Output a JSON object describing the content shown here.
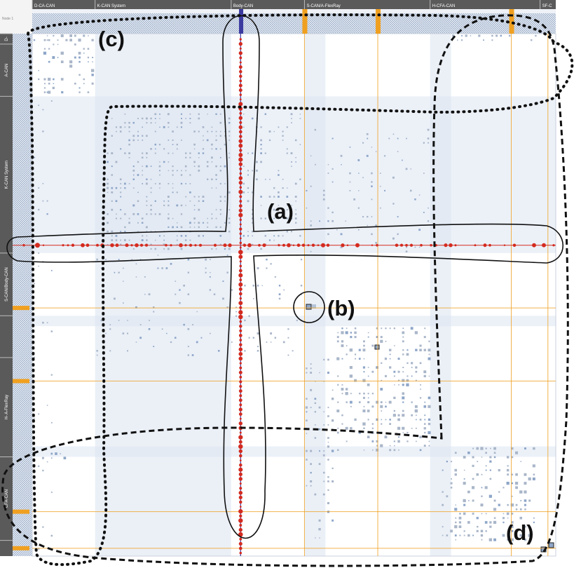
{
  "corner_label": "Node 1",
  "col_groups": [
    {
      "label": "D-CA-CAN",
      "start": 0.0,
      "end": 0.12,
      "highlight": false
    },
    {
      "label": "K-CAN System",
      "start": 0.12,
      "end": 0.38,
      "highlight": false
    },
    {
      "label": "Body-CAN",
      "start": 0.38,
      "end": 0.52,
      "highlight": true
    },
    {
      "label": "S-CAN/A-FlexRay",
      "start": 0.52,
      "end": 0.76,
      "highlight": false
    },
    {
      "label": "H-CFA-CAN",
      "start": 0.76,
      "end": 0.97,
      "highlight": false
    },
    {
      "label": "SF-C",
      "start": 0.97,
      "end": 1.0,
      "highlight": false
    }
  ],
  "row_groups": [
    {
      "label": "D-",
      "start": 0.0,
      "end": 0.02
    },
    {
      "label": "A-CAN",
      "start": 0.02,
      "end": 0.12
    },
    {
      "label": "K-CAN System",
      "start": 0.12,
      "end": 0.42
    },
    {
      "label": "S-CAN/Body-CAN",
      "start": 0.42,
      "end": 0.54
    },
    {
      "label": "",
      "start": 0.54,
      "end": 0.62
    },
    {
      "label": "H- A-FlexRay",
      "start": 0.62,
      "end": 0.81
    },
    {
      "label": "CFA-CAN",
      "start": 0.81,
      "end": 0.97
    },
    {
      "label": "",
      "start": 0.97,
      "end": 1.0
    }
  ],
  "annotations": [
    {
      "label": "(a)"
    },
    {
      "label": "(b)"
    },
    {
      "label": "(c)"
    },
    {
      "label": "(d)"
    }
  ],
  "colors": {
    "header_bar": "#5a5a5a",
    "accent_orange": "#f0a020",
    "highlight_blue": "#3a3aa0",
    "band_blue": "#dde6f2",
    "cell_blue": "#8ea6c8",
    "red_node": "#d42a1e",
    "outline": "#111111"
  }
}
